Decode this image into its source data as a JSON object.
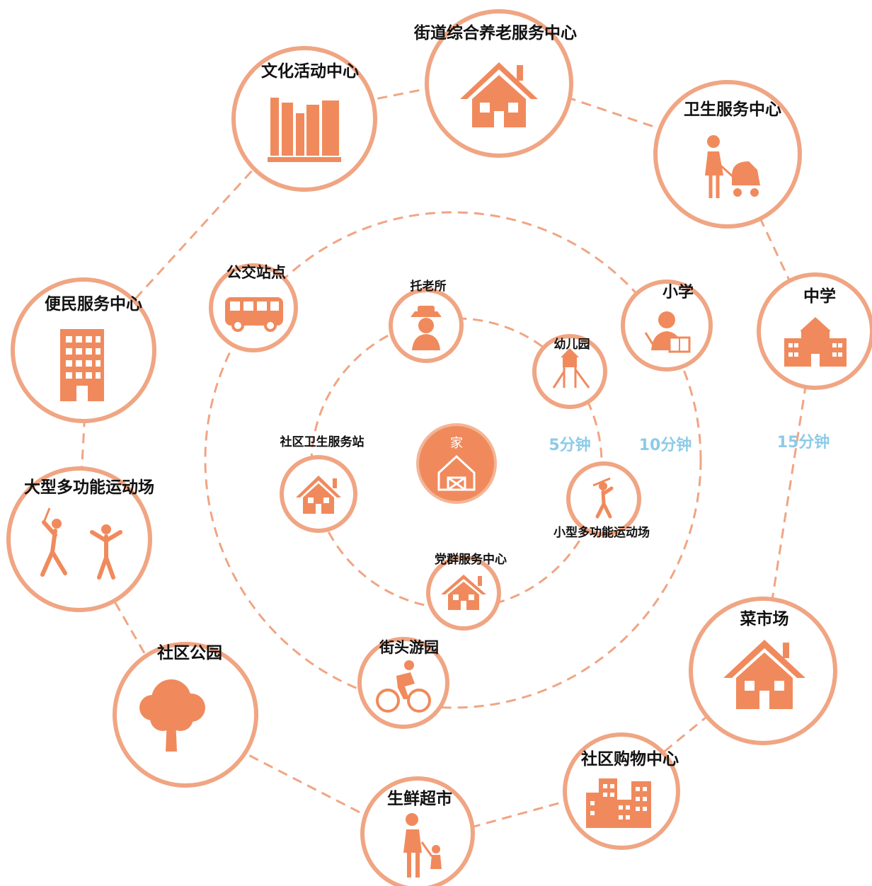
{
  "center": {
    "label": "家"
  },
  "ring_labels": {
    "r5": "5分钟",
    "r10": "10分钟",
    "r15": "15分钟"
  },
  "inner_ring": {
    "tuolaosuo": "托老所",
    "youeryuan": "幼儿园",
    "shequ_weisheng_fuwuzhan": "社区卫生服务站",
    "xiaoxing_yundongchang": "小型多功能运动场",
    "dangqun_fuwu_zhongxin": "党群服务中心"
  },
  "middle_ring": {
    "gongjiao_zhandian": "公交站点",
    "xiaoxue": "小学",
    "jietou_youyuan": "街头游园"
  },
  "outer_ring": {
    "jiedao_yanglao": "街道综合养老服务中心",
    "wenhua_huodong": "文化活动中心",
    "weisheng_fuwu": "卫生服务中心",
    "zhongxue": "中学",
    "bianmin_fuwu": "便民服务中心",
    "daxing_yundongchang": "大型多功能运动场",
    "shequ_gongyuan": "社区公园",
    "caishichang": "菜市场",
    "shequ_gouwu": "社区购物中心",
    "shengxian_chaoshi": "生鲜超市"
  },
  "colors": {
    "accent": "#f08a5d",
    "ring_stroke": "#f0a583",
    "ring_label": "#8ccbe8",
    "text": "#111111"
  }
}
